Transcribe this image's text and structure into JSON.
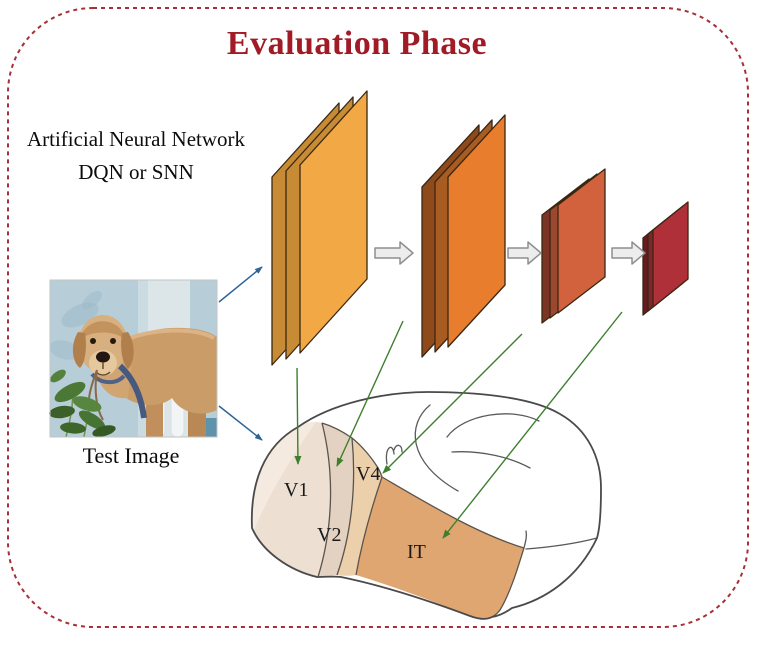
{
  "figure": {
    "title": "Evaluation Phase",
    "network_caption_line1": "Artificial Neural Network",
    "network_caption_line2": "DQN or SNN",
    "test_image_caption": "Test Image",
    "test_image_content": "photo of a golden retriever dog in front of a blue wall, white picket fence and green plant"
  },
  "network": {
    "layers": [
      {
        "name": "feature-map-stack-1",
        "front_color": "#F2A844",
        "back_color": "#C68B34"
      },
      {
        "name": "feature-map-stack-2",
        "front_color": "#E87E2D",
        "back_color": "#8F4A1C"
      },
      {
        "name": "feature-map-stack-3",
        "front_color": "#D2613E",
        "back_color": "#7C3525"
      },
      {
        "name": "feature-map-stack-4",
        "front_color": "#AF3038",
        "back_color": "#641C22"
      }
    ]
  },
  "brain": {
    "regions": [
      {
        "label": "V1",
        "color": "#EDE0D2"
      },
      {
        "label": "V2",
        "color": "#E3D1C1"
      },
      {
        "label": "V4",
        "color": "#ECD0AC"
      },
      {
        "label": "IT",
        "color": "#E0A671"
      }
    ]
  },
  "colors": {
    "title_red": "#A01B26",
    "border_red": "#A72F36",
    "mapping_arrow_green": "#3E7F2E",
    "input_arrow_blue": "#2E6496",
    "flow_arrow_fill": "#EDEDED",
    "flow_arrow_stroke": "#8F8F8F",
    "brain_outline": "#4A4A4A"
  }
}
